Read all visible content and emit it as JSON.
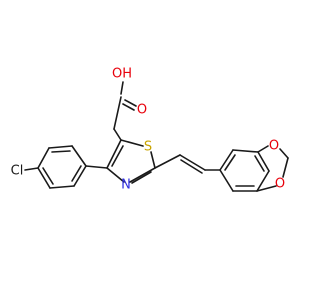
{
  "molecule": {
    "colors": {
      "bond": "#1a1a1a",
      "O": "#e8000b",
      "N": "#2f2fe0",
      "S": "#c9a400",
      "Cl": "#1a1a1a",
      "background": "#ffffff"
    },
    "labels": {
      "acid_oh": "OH",
      "acid_o": "O",
      "sulfur": "S",
      "nitrogen": "N",
      "chlorine": "Cl",
      "dioxole_o1": "O",
      "dioxole_o2": "O"
    }
  }
}
